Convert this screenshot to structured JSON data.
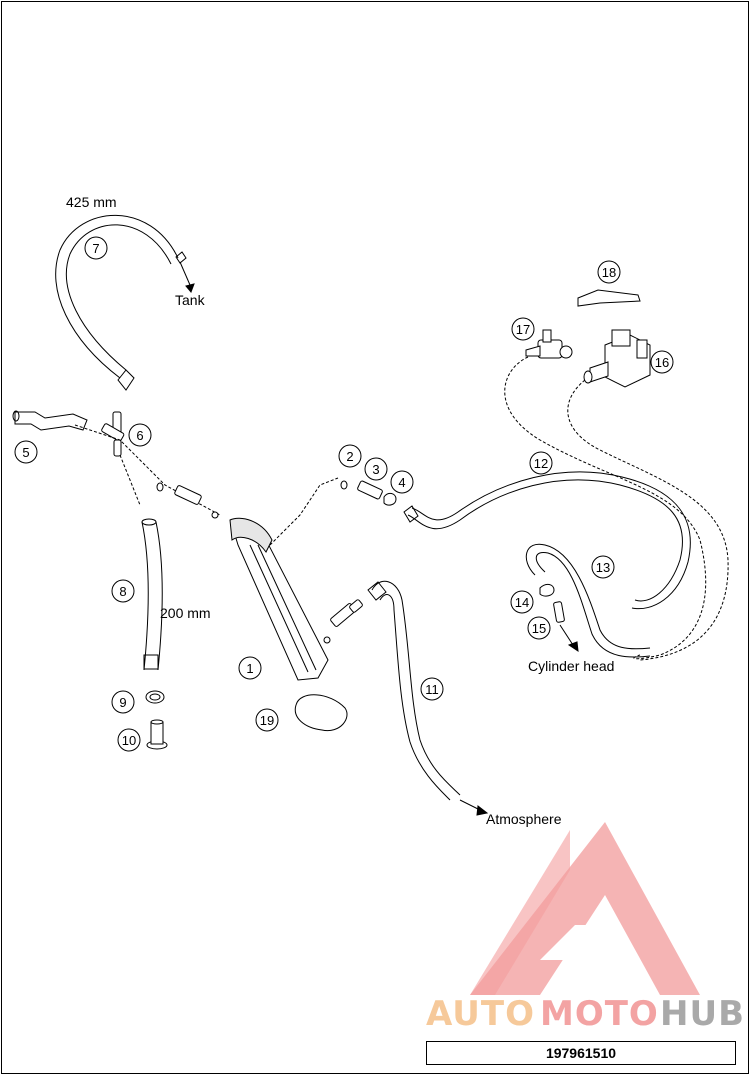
{
  "callouts": [
    "1",
    "2",
    "3",
    "4",
    "5",
    "6",
    "7",
    "8",
    "9",
    "10",
    "11",
    "12",
    "13",
    "14",
    "15",
    "16",
    "17",
    "18",
    "19"
  ],
  "labels": {
    "hose7_length": "425 mm",
    "tank": "Tank",
    "hose8_length": "200 mm",
    "atmosphere": "Atmosphere",
    "cylinder_head": "Cylinder head"
  },
  "watermark": {
    "part1": "AUTO",
    "part2": "MOTO",
    "part3": "HUB",
    "colors": {
      "auto": "#f6c99a",
      "moto": "#f3a3a3",
      "hub": "#a9a9a9",
      "logo": "#f08a8a"
    }
  },
  "document_number": "197961510"
}
